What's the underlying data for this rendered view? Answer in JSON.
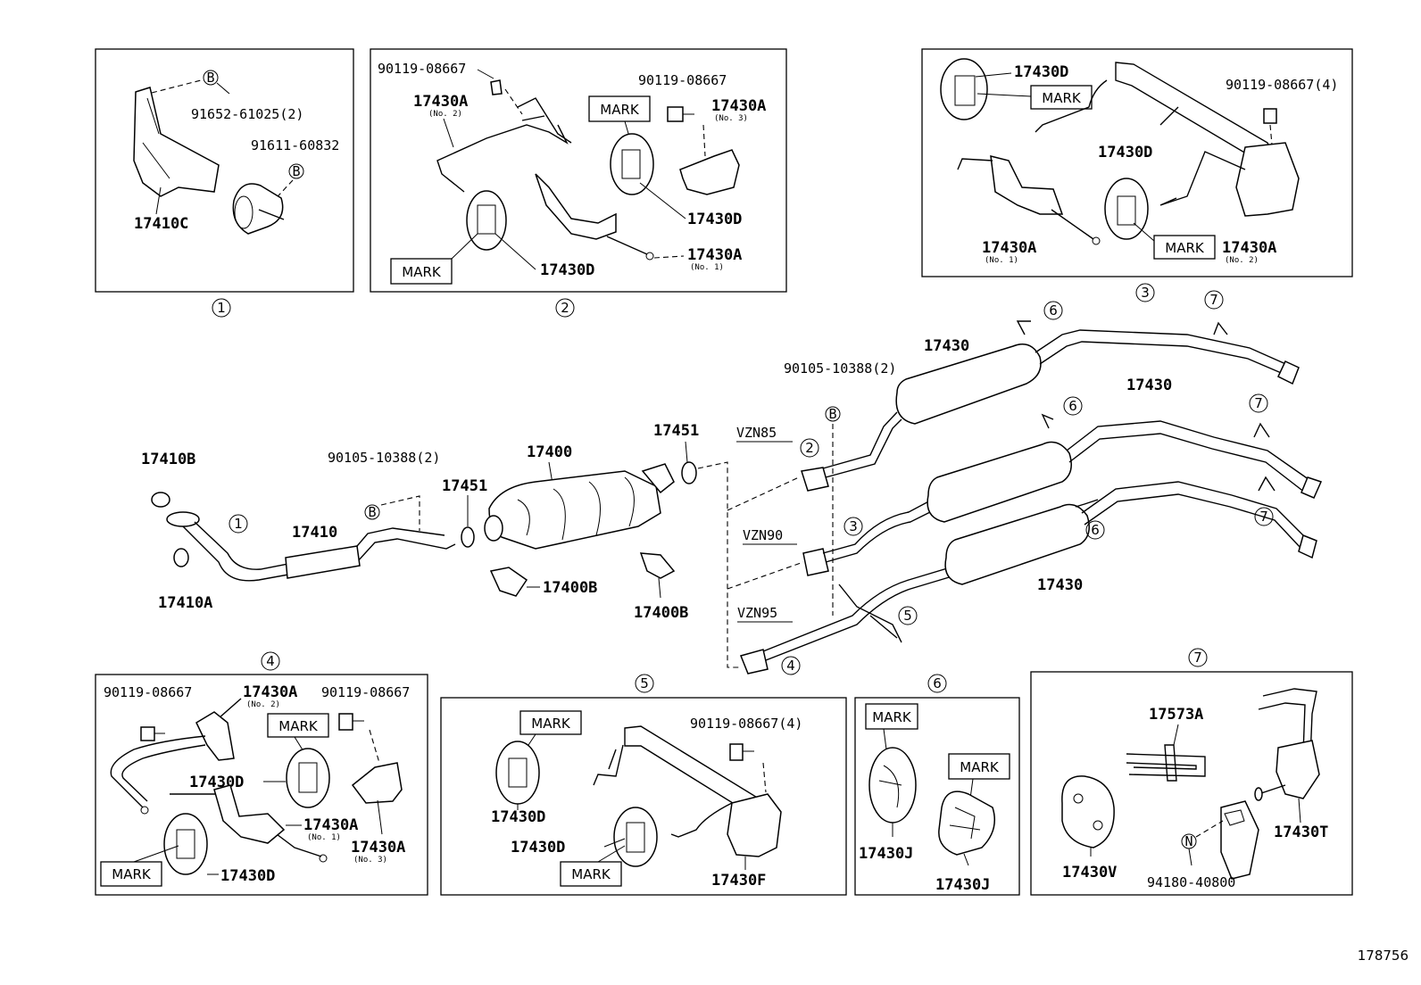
{
  "diagram_id": "178756",
  "views": {
    "v1": {
      "num": "1",
      "labels": {
        "a": "91652-61025(2)",
        "b": "91611-60832",
        "c": "17410C"
      },
      "fastener_a": "B",
      "fastener_b": "B"
    },
    "v2": {
      "num": "2",
      "labels": {
        "a": "90119-08667",
        "b": "90119-08667",
        "c": "17430A",
        "c_sub": "(No. 2)",
        "d": "17430A",
        "d_sub": "(No. 3)",
        "e": "17430D",
        "f": "17430A",
        "f_sub": "(No. 1)",
        "g": "17430D"
      },
      "mark1": "MARK",
      "mark2": "MARK"
    },
    "v3": {
      "num": "3",
      "labels": {
        "a": "17430D",
        "b": "90119-08667(4)",
        "c": "17430D",
        "d": "17430A",
        "d_sub": "(No. 1)",
        "e": "17430A",
        "e_sub": "(No. 2)"
      },
      "mark1": "MARK",
      "mark2": "MARK"
    },
    "v4": {
      "num": "4",
      "labels": {
        "a": "90119-08667",
        "b": "17430A",
        "b_sub": "(No. 2)",
        "c": "90119-08667",
        "d": "17430D",
        "e": "17430A",
        "e_sub": "(No. 1)",
        "f": "17430A",
        "f_sub": "(No. 3)",
        "g": "17430D"
      },
      "mark1": "MARK",
      "mark2": "MARK"
    },
    "v5": {
      "num": "5",
      "labels": {
        "a": "90119-08667(4)",
        "b": "17430D",
        "c": "17430D",
        "d": "17430F"
      },
      "mark1": "MARK",
      "mark2": "MARK"
    },
    "v6": {
      "num": "6",
      "labels": {
        "a": "17430J",
        "b": "17430J"
      },
      "mark1": "MARK",
      "mark2": "MARK"
    },
    "v7": {
      "num": "7",
      "labels": {
        "a": "17573A",
        "b": "17430T",
        "c": "17430V",
        "d": "94180-40800"
      },
      "fastener": "N"
    }
  },
  "main": {
    "labels": {
      "p17410B": "17410B",
      "p17410A": "17410A",
      "p17410": "17410",
      "bolt1": "90105-10388(2)",
      "bolt2": "90105-10388(2)",
      "p17451a": "17451",
      "p17451b": "17451",
      "p17400": "17400",
      "p17400Ba": "17400B",
      "p17400Bb": "17400B",
      "p17430a": "17430",
      "p17430b": "17430",
      "p17430c": "17430"
    },
    "variants": {
      "vzn85": "VZN85",
      "vzn90": "VZN90",
      "vzn95": "VZN95"
    },
    "callouts": {
      "c1": "1",
      "c2": "2",
      "c3": "3",
      "c4": "4",
      "c5": "5",
      "c6a": "6",
      "c6b": "6",
      "c6c": "6",
      "c7a": "7",
      "c7b": "7",
      "c7c": "7"
    },
    "fasteners": {
      "b1": "B",
      "b2": "B"
    }
  }
}
